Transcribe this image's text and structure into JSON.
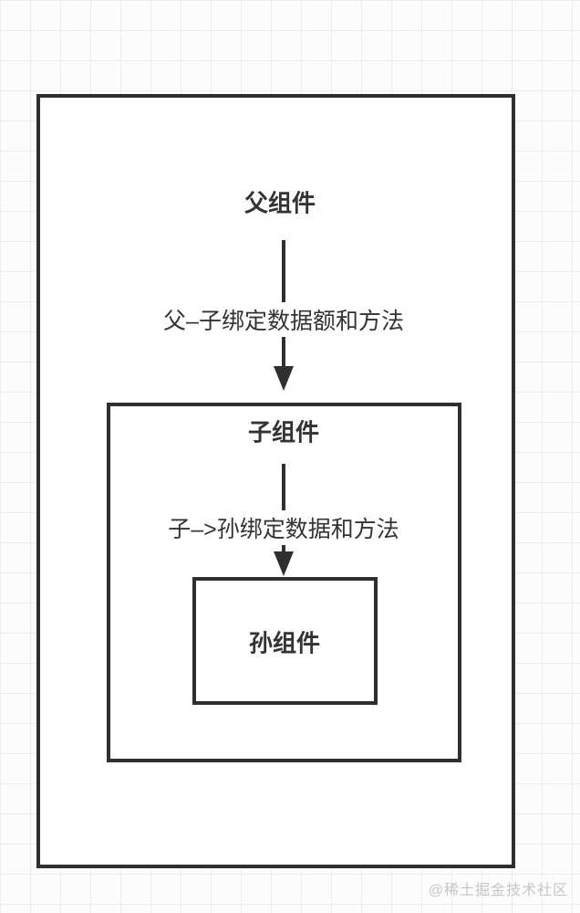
{
  "diagram": {
    "type": "flowchart",
    "nodes": {
      "parent": {
        "label": "父组件"
      },
      "child": {
        "label": "子组件"
      },
      "grandchild": {
        "label": "孙组件"
      }
    },
    "edges": {
      "parent_to_child": {
        "label": "父–子绑定数据额和方法",
        "direction": "down"
      },
      "child_to_grandchild": {
        "label": "子–>孙绑定数据和方法",
        "direction": "down"
      }
    }
  },
  "watermark": "@稀土掘金技术社区",
  "colors": {
    "box_border": "#2f2f2f",
    "text": "#333333",
    "background": "#fcfcfc",
    "grid_line": "#ececec",
    "watermark": "#c6c6c6"
  }
}
